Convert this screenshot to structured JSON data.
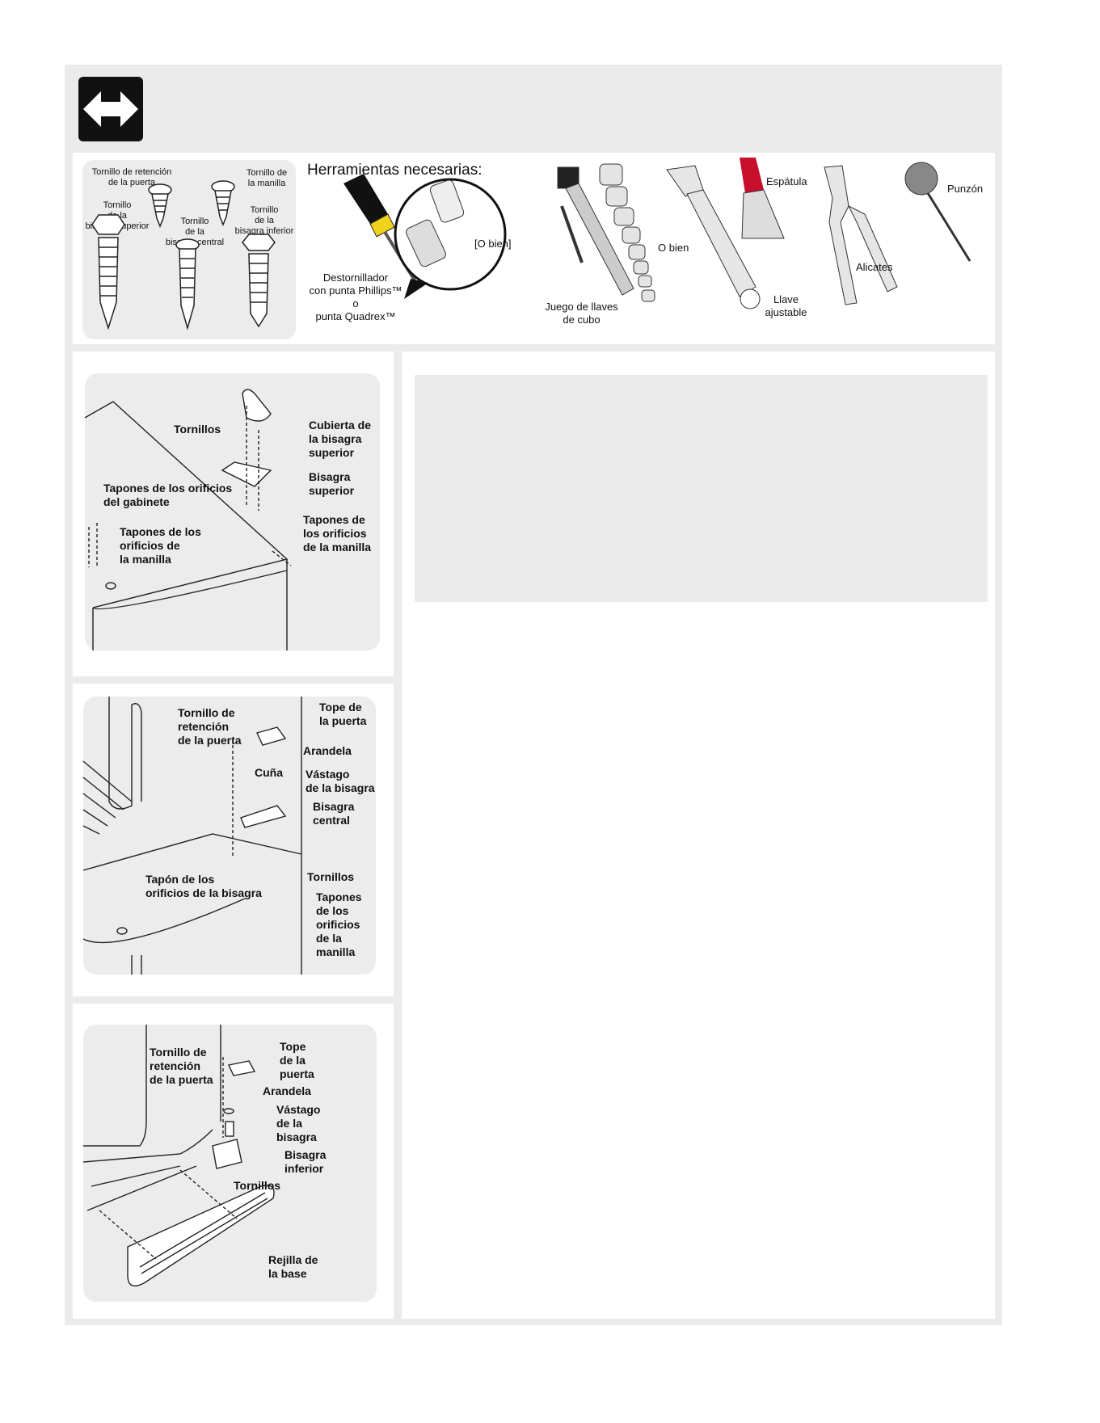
{
  "screws": {
    "door_stop_screw": "Tornillo de retención\nde la puerta",
    "handle_screw": "Tornillo de\nla manilla",
    "top_hinge_screw": "Tornillo\nde la\nbisagra superior",
    "center_hinge_screw": "Tornillo\nde la\nbisagra central",
    "bottom_hinge_screw": "Tornillo\nde la\nbisagra inferior"
  },
  "tools": {
    "title": "Herramientas necesarias:",
    "screwdriver": "Destornillador\ncon punta Phillips™\no\npunta Quadrex™",
    "or_bien_bits": "[O bien]",
    "socket_set": "Juego de llaves\nde cubo",
    "or_bien_wrench": "O bien",
    "wrench": "Llave\najustable",
    "putty_knife": "Espátula",
    "pliers": "Alicates",
    "awl": "Punzón"
  },
  "top_diagram": {
    "screws": "Tornillos",
    "hinge_cover": "Cubierta de\nla bisagra\nsuperior",
    "top_hinge": "Bisagra\nsuperior",
    "cabinet_plugs": "Tapones de los orificios\ndel gabinete",
    "handle_plugs_left": "Tapones de los\norificios de\nla manilla",
    "handle_plugs_right": "Tapones de\nlos orificios\nde la manilla"
  },
  "middle_diagram": {
    "door_stop_screw": "Tornillo de\nretención\nde la puerta",
    "door_stop": "Tope de\nla puerta",
    "washer": "Arandela",
    "shim": "Cuña",
    "hinge_pin": "Vástago\nde la bisagra",
    "center_hinge": "Bisagra\ncentral",
    "screws": "Tornillos",
    "hinge_plug": "Tapón de los\norificios de la bisagra",
    "handle_plugs": "Tapones\nde los\norificios\nde la\nmanilla"
  },
  "bottom_diagram": {
    "door_stop_screw": "Tornillo de\nretención\nde la puerta",
    "door_stop": "Tope\nde la\npuerta",
    "washer": "Arandela",
    "hinge_pin": "Vástago\nde la\nbisagra",
    "bottom_hinge": "Bisagra\ninferior",
    "screws": "Tornillos",
    "base_grille": "Rejilla de\nla base"
  }
}
